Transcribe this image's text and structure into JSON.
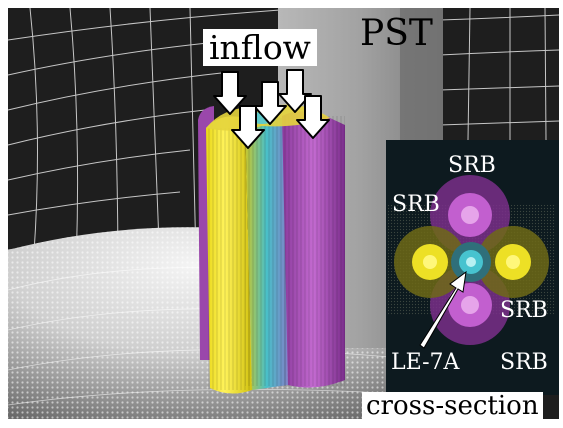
{
  "labels": {
    "inflow": "inflow",
    "pst": "PST",
    "srb_top": "SRB",
    "srb_left": "SRB",
    "srb_right": "SRB",
    "srb_bottom": "SRB",
    "le7a": "LE-7A",
    "cross_section": "cross-section"
  },
  "colors": {
    "background_dark": "#1f1f1f",
    "mesh_line": "#d8d8d8",
    "pst_gray": "#9b9b9b",
    "srb_yellow": "#f2e21c",
    "srb_purple": "#b44fbd",
    "le7a_cyan": "#3fb7c9",
    "inset_bg": "#0e1a20",
    "arrow_fill": "#ffffff"
  }
}
